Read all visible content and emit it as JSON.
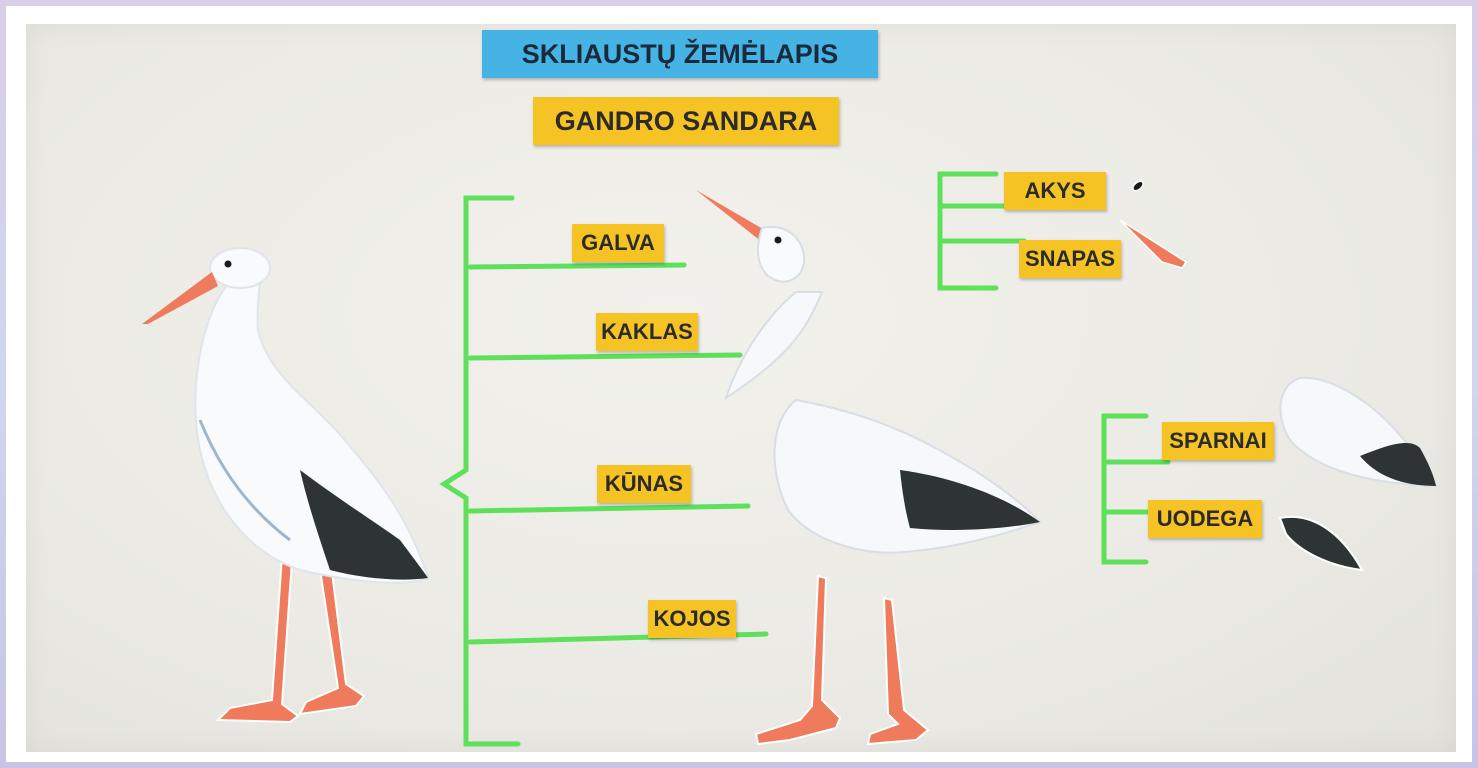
{
  "title": "SKLIAUSTŲ ŽEMĖLAPIS",
  "subtitle": "GANDRO SANDARA",
  "parts": [
    "GALVA",
    "KAKLAS",
    "KŪNAS",
    "KOJOS"
  ],
  "head_parts": [
    "AKYS",
    "SNAPAS"
  ],
  "body_parts": [
    "SPARNAI",
    "UODEGA"
  ],
  "colors": {
    "title_bg": "#45b3e3",
    "label_bg": "#f6c324",
    "bracket": "#5ee05a",
    "beak_leg": "#ef7a5c",
    "wing_black": "#2e3434"
  }
}
